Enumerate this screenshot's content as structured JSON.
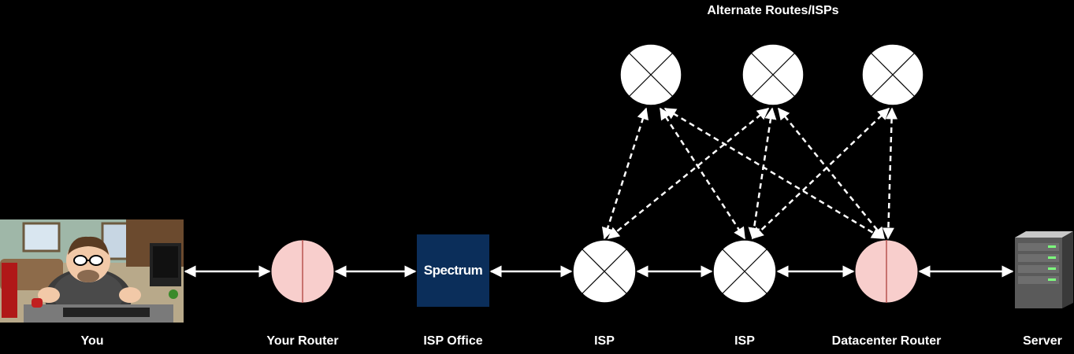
{
  "title": "Alternate Routes/ISPs",
  "labels": {
    "you": "You",
    "your_router": "Your Router",
    "isp_office": "ISP Office",
    "isp_1": "ISP",
    "isp_2": "ISP",
    "datacenter_router": "Datacenter Router",
    "server": "Server"
  },
  "spectrum_logo_text": "Spectrum",
  "colors": {
    "background": "#000000",
    "router_fill": "#f8cecc",
    "router_line": "#b85450",
    "node_fill": "#ffffff",
    "arrow": "#ffffff",
    "spectrum_bg": "#0b2e5a"
  },
  "icons": {
    "you": "person-at-computer-illustration",
    "your_router": "router-icon",
    "isp_office": "spectrum-logo",
    "isp_node": "crossed-circle-icon",
    "datacenter_router": "router-icon",
    "server": "server-tower-icon"
  }
}
